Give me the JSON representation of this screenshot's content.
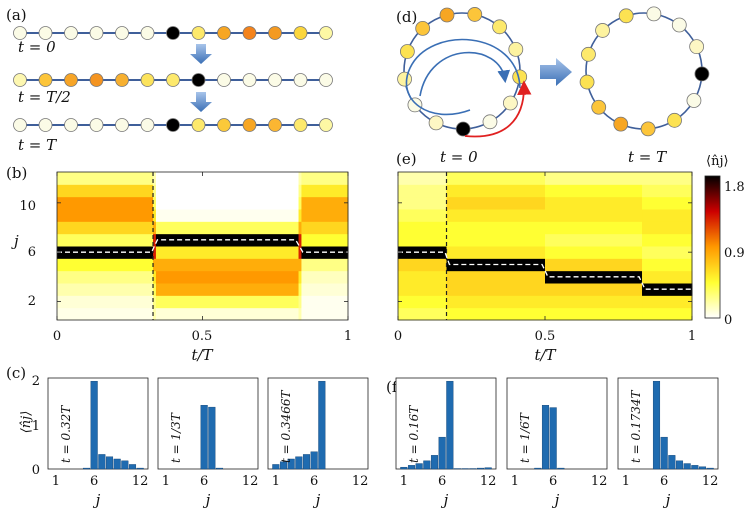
{
  "panels": {
    "a": {
      "label": "(a)",
      "t_labels": [
        "t = 0",
        "t = T/2",
        "t = T"
      ],
      "rows": [
        [
          "#fbfbe6",
          "#fbfbe6",
          "#fbfbe6",
          "#fbfbe6",
          "#fbfbe6",
          "#fbfbe6",
          "#000000",
          "#fde96c",
          "#f7a623",
          "#f4831c",
          "#f49a21",
          "#fbd63d",
          "#fdf8a4"
        ],
        [
          "#fdf7b0",
          "#fcc53a",
          "#f7a527",
          "#f49420",
          "#f7b030",
          "#fce35c",
          "#fde96c",
          "#000000",
          "#fbfbe6",
          "#fbfbe6",
          "#fbfbe6",
          "#fbfbe6",
          "#fbfbe6"
        ],
        [
          "#fbfbe6",
          "#fbfbe6",
          "#fbfbe6",
          "#fbfbe6",
          "#fbfbe6",
          "#fbfbe6",
          "#000000",
          "#fde96c",
          "#fbc93a",
          "#f7a623",
          "#fbb632",
          "#fde96c",
          "#fdf8a4"
        ]
      ]
    },
    "b": {
      "label": "(b)",
      "xticks": [
        "0",
        "0.5",
        "1"
      ],
      "yticks": [
        "2",
        "6",
        "10"
      ],
      "xlabel": "t/T",
      "ylabel": "j"
    },
    "c": {
      "label": "(c)",
      "ylabel": "⟨n̂j⟩",
      "yticks": [
        "0",
        "1",
        "2"
      ],
      "xticks": [
        "1",
        "6",
        "12"
      ],
      "xlabel": "j",
      "insets": [
        "t = 0.32T",
        "t = 1/3T",
        "t = 0.3466T"
      ]
    },
    "d": {
      "label": "(d)"
    },
    "e": {
      "label": "(e)",
      "t_labels": [
        "t = 0",
        "t = T"
      ],
      "xticks": [
        "0",
        "0.5",
        "1"
      ],
      "xlabel": "t/T"
    },
    "f": {
      "label": "(f)",
      "xticks": [
        "1",
        "6",
        "12"
      ],
      "xlabel": "j",
      "insets": [
        "t = 0.16T",
        "t = 1/6T",
        "t = 0.1734T"
      ]
    },
    "colorbar": {
      "title": "⟨n̂j⟩",
      "ticks": [
        "1.8",
        "0.9",
        "0"
      ],
      "max": 1.8,
      "stops": [
        "#ffffff",
        "#ffff33",
        "#ff9900",
        "#cc0000",
        "#000000"
      ]
    }
  },
  "chart_data": [
    {
      "type": "bar",
      "title": "t = 0.32T",
      "categories": [
        1,
        2,
        3,
        4,
        5,
        6,
        7,
        8,
        9,
        10,
        11,
        12
      ],
      "values": [
        0,
        0,
        0,
        0,
        0.02,
        1.93,
        0.32,
        0.27,
        0.22,
        0.18,
        0.1,
        0.02
      ],
      "ylim": [
        0,
        2
      ],
      "xlabel": "j",
      "ylabel": "⟨n̂j⟩"
    },
    {
      "type": "bar",
      "title": "t = 1/3T",
      "categories": [
        1,
        2,
        3,
        4,
        5,
        6,
        7,
        8,
        9,
        10,
        11,
        12
      ],
      "values": [
        0,
        0,
        0,
        0,
        0,
        1.4,
        1.36,
        0.02,
        0,
        0,
        0,
        0
      ],
      "ylim": [
        0,
        2
      ],
      "xlabel": "j"
    },
    {
      "type": "bar",
      "title": "t = 0.3466T",
      "categories": [
        1,
        2,
        3,
        4,
        5,
        6,
        7,
        8,
        9,
        10,
        11,
        12
      ],
      "values": [
        0.1,
        0.16,
        0.22,
        0.27,
        0.32,
        0.38,
        1.93,
        0,
        0,
        0,
        0,
        0
      ],
      "ylim": [
        0,
        2
      ],
      "xlabel": "j"
    },
    {
      "type": "bar",
      "title": "t = 0.16T",
      "categories": [
        1,
        2,
        3,
        4,
        5,
        6,
        7,
        8,
        9,
        10,
        11,
        12
      ],
      "values": [
        0.04,
        0.08,
        0.12,
        0.18,
        0.3,
        0.7,
        1.93,
        0.01,
        0.01,
        0.01,
        0.02,
        0.03
      ],
      "ylim": [
        0,
        2
      ],
      "xlabel": "j"
    },
    {
      "type": "bar",
      "title": "t = 1/6T",
      "categories": [
        1,
        2,
        3,
        4,
        5,
        6,
        7,
        8,
        9,
        10,
        11,
        12
      ],
      "values": [
        0,
        0,
        0,
        0.02,
        1.4,
        1.35,
        0.02,
        0,
        0,
        0,
        0,
        0
      ],
      "ylim": [
        0,
        2
      ],
      "xlabel": "j"
    },
    {
      "type": "bar",
      "title": "t = 0.1734T",
      "categories": [
        1,
        2,
        3,
        4,
        5,
        6,
        7,
        8,
        9,
        10,
        11,
        12
      ],
      "values": [
        0,
        0,
        0,
        0,
        1.93,
        0.7,
        0.3,
        0.18,
        0.12,
        0.08,
        0.05,
        0.02
      ],
      "ylim": [
        0,
        2
      ],
      "xlabel": "j"
    }
  ]
}
